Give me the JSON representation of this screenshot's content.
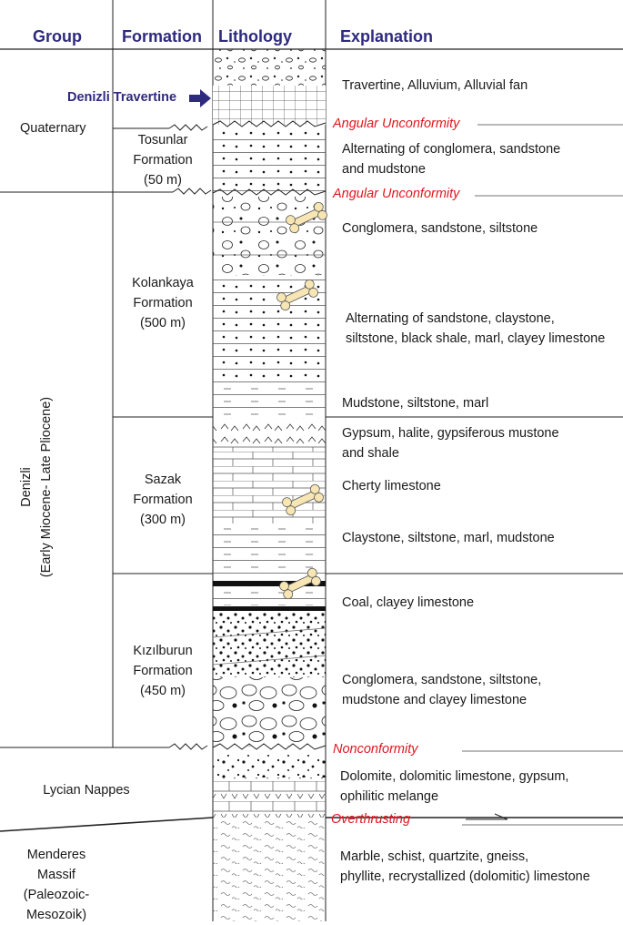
{
  "headers": {
    "group": "Group",
    "formation": "Formation",
    "lithology": "Lithology",
    "explanation": "Explanation"
  },
  "groups": {
    "quaternary": "Quaternary",
    "denizli_name": "Denizli",
    "denizli_age": "(Early Miocene- Late Pliocene)",
    "lycian": "Lycian Nappes",
    "menderes_1": "Menderes",
    "menderes_2": "Massif",
    "menderes_3": "(Paleozoic-Mesozoik)"
  },
  "formations": {
    "tosunlar_1": "Tosunlar",
    "tosunlar_2": "Formation",
    "tosunlar_3": "(50 m)",
    "kolankaya_1": "Kolankaya",
    "kolankaya_2": "Formation",
    "kolankaya_3": "(500 m)",
    "sazak_1": "Sazak",
    "sazak_2": "Formation",
    "sazak_3": "(300 m)",
    "kizilburun_1": "Kızılburun",
    "kizilburun_2": "Formation",
    "kizilburun_3": "(450 m)"
  },
  "travertine_label": "Denizli Travertine",
  "contacts": {
    "angular_1": "Angular Unconformity",
    "angular_2": "Angular Unconformity",
    "nonconformity": "Nonconformity",
    "overthrusting": "Overthrusting"
  },
  "explanations": {
    "travertine": "Travertine, Alluvium, Alluvial fan",
    "tosunlar_1": "Alternating of conglomera, sandstone",
    "tosunlar_2": "and mudstone",
    "kolankaya_top": "Conglomera, sandstone, siltstone",
    "kolankaya_mid_1": "Alternating of sandstone, claystone,",
    "kolankaya_mid_2": "siltstone, black shale, marl, clayey limestone",
    "kolankaya_bot": "Mudstone, siltstone, marl",
    "sazak_top_1": "Gypsum, halite, gypsiferous mustone",
    "sazak_top_2": "and shale",
    "sazak_mid": "Cherty limestone",
    "sazak_bot": "Claystone, siltstone, marl, mudstone",
    "kizil_top": "Coal, clayey limestone",
    "kizil_bot_1": "Conglomera, sandstone, siltstone,",
    "kizil_bot_2": "mudstone and clayey limestone",
    "lycian_1": "Dolomite, dolomitic limestone, gypsum,",
    "lycian_2": "ophilitic melange",
    "menderes_1": "Marble, schist, quartzite, gneiss,",
    "menderes_2": "phyllite, recrystallized (dolomitic) limestone"
  },
  "colors": {
    "header": "#2e2a7e",
    "contact_red": "#e0161e",
    "bone": "#f7e6b4",
    "line": "#222222"
  }
}
